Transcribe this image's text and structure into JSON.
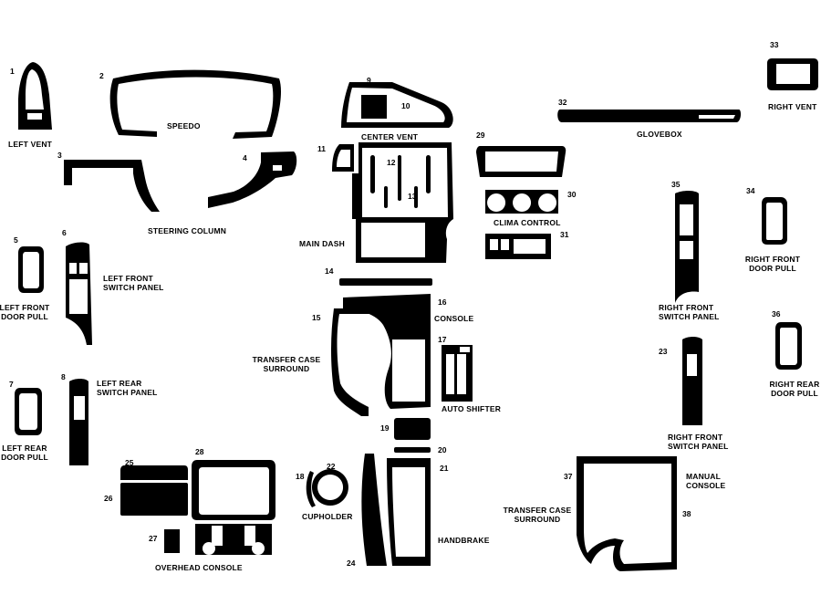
{
  "colors": {
    "ink": "#000000",
    "background": "#ffffff"
  },
  "parts": [
    {
      "id": "1",
      "number": "1",
      "name": "left-vent",
      "label": "LEFT VENT"
    },
    {
      "id": "2",
      "number": "2",
      "name": "speedo",
      "label": "SPEEDO"
    },
    {
      "id": "3",
      "number": "3",
      "name": "steering-column-left",
      "label": ""
    },
    {
      "id": "4",
      "number": "4",
      "name": "steering-column-right",
      "label": ""
    },
    {
      "id": "5",
      "number": "5",
      "name": "left-front-door-pull",
      "label": ""
    },
    {
      "id": "6",
      "number": "6",
      "name": "left-front-switch-panel",
      "label": ""
    },
    {
      "id": "7",
      "number": "7",
      "name": "left-rear-door-pull",
      "label": ""
    },
    {
      "id": "8",
      "number": "8",
      "name": "left-rear-switch-panel",
      "label": ""
    },
    {
      "id": "9",
      "number": "9",
      "name": "center-vent-top",
      "label": ""
    },
    {
      "id": "10",
      "number": "10",
      "name": "center-vent",
      "label": "CENTER VENT"
    },
    {
      "id": "11",
      "number": "11",
      "name": "main-dash-left",
      "label": ""
    },
    {
      "id": "12",
      "number": "12",
      "name": "main-dash-12",
      "label": ""
    },
    {
      "id": "13",
      "number": "13",
      "name": "main-dash-13",
      "label": ""
    },
    {
      "id": "14",
      "number": "14",
      "name": "console-strip",
      "label": ""
    },
    {
      "id": "15",
      "number": "15",
      "name": "transfer-case-surround-15",
      "label": ""
    },
    {
      "id": "16",
      "number": "16",
      "name": "console-16",
      "label": "CONSOLE"
    },
    {
      "id": "17",
      "number": "17",
      "name": "auto-shifter",
      "label": "AUTO SHIFTER"
    },
    {
      "id": "18",
      "number": "18",
      "name": "cupholder-18",
      "label": ""
    },
    {
      "id": "19",
      "number": "19",
      "name": "piece-19",
      "label": ""
    },
    {
      "id": "20",
      "number": "20",
      "name": "piece-20",
      "label": ""
    },
    {
      "id": "21",
      "number": "21",
      "name": "handbrake-21",
      "label": ""
    },
    {
      "id": "22",
      "number": "22",
      "name": "cupholder-22",
      "label": ""
    },
    {
      "id": "23",
      "number": "23",
      "name": "right-rear-switch-panel",
      "label": ""
    },
    {
      "id": "24",
      "number": "24",
      "name": "handbrake-24",
      "label": ""
    },
    {
      "id": "25",
      "number": "25",
      "name": "overhead-25",
      "label": ""
    },
    {
      "id": "26",
      "number": "26",
      "name": "overhead-26",
      "label": ""
    },
    {
      "id": "27",
      "number": "27",
      "name": "overhead-27",
      "label": ""
    },
    {
      "id": "28",
      "number": "28",
      "name": "overhead-28",
      "label": ""
    },
    {
      "id": "29",
      "number": "29",
      "name": "clima-29",
      "label": ""
    },
    {
      "id": "30",
      "number": "30",
      "name": "clima-30",
      "label": ""
    },
    {
      "id": "31",
      "number": "31",
      "name": "clima-31",
      "label": ""
    },
    {
      "id": "32",
      "number": "32",
      "name": "glovebox",
      "label": "GLOVEBOX"
    },
    {
      "id": "33",
      "number": "33",
      "name": "right-vent",
      "label": "RIGHT VENT"
    },
    {
      "id": "34",
      "number": "34",
      "name": "right-front-door-pull",
      "label": ""
    },
    {
      "id": "35",
      "number": "35",
      "name": "right-front-switch-panel",
      "label": ""
    },
    {
      "id": "36",
      "number": "36",
      "name": "right-rear-door-pull",
      "label": ""
    },
    {
      "id": "37",
      "number": "37",
      "name": "manual-transfer-37",
      "label": ""
    },
    {
      "id": "38",
      "number": "38",
      "name": "manual-console-38",
      "label": ""
    }
  ],
  "group_labels": {
    "steering_column": "STEERING COLUMN",
    "main_dash": "MAIN DASH",
    "clima_control": "CLIMA CONTROL",
    "left_front_door_pull": [
      "LEFT FRONT",
      "DOOR PULL"
    ],
    "left_front_switch_panel": [
      "LEFT FRONT",
      "SWITCH PANEL"
    ],
    "left_rear_switch_panel": [
      "LEFT REAR",
      "SWITCH PANEL"
    ],
    "left_rear_door_pull": [
      "LEFT REAR",
      "DOOR PULL"
    ],
    "transfer_case_surround_left": [
      "TRANSFER CASE",
      "SURROUND"
    ],
    "cupholder": "CUPHOLDER",
    "handbrake": "HANDBRAKE",
    "overhead_console": "OVERHEAD CONSOLE",
    "right_front_door_pull": [
      "RIGHT FRONT",
      "DOOR PULL"
    ],
    "right_front_switch_panel_upper": [
      "RIGHT FRONT",
      "SWITCH PANEL"
    ],
    "right_front_switch_panel_lower": [
      "RIGHT FRONT",
      "SWITCH PANEL"
    ],
    "right_rear_door_pull": [
      "RIGHT REAR",
      "DOOR PULL"
    ],
    "manual_console": [
      "MANUAL",
      "CONSOLE"
    ],
    "transfer_case_surround_right": [
      "TRANSFER CASE",
      "SURROUND"
    ]
  }
}
